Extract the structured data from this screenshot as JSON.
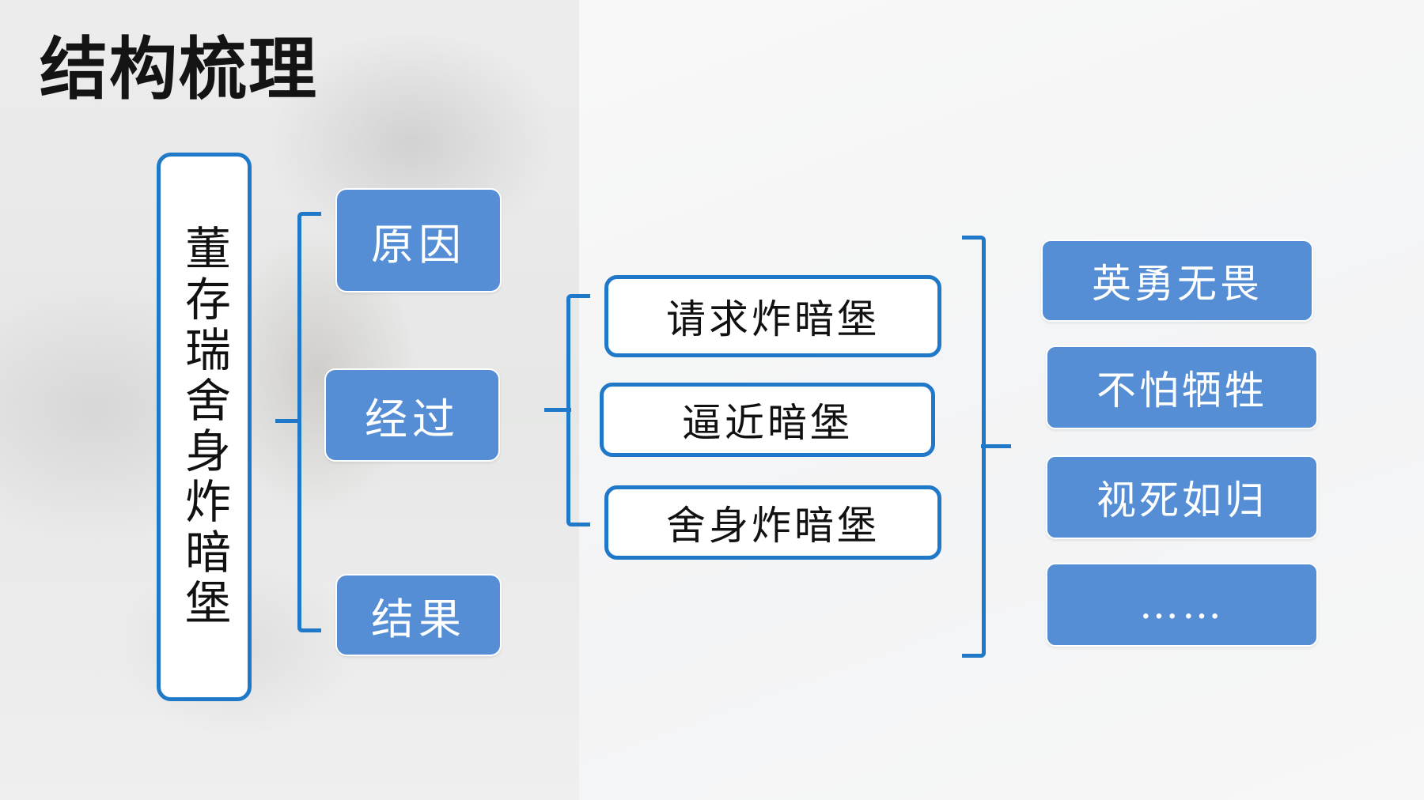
{
  "title": "结构梳理",
  "main_topic": "董存瑞舍身炸暗堡",
  "sections": [
    {
      "label": "原因"
    },
    {
      "label": "经过"
    },
    {
      "label": "结果"
    }
  ],
  "process_steps": [
    {
      "label": "请求炸暗堡"
    },
    {
      "label": "逼近暗堡"
    },
    {
      "label": "舍身炸暗堡"
    }
  ],
  "traits": [
    {
      "label": "英勇无畏"
    },
    {
      "label": "不怕牺牲"
    },
    {
      "label": "视死如归"
    },
    {
      "label": "……"
    }
  ],
  "colors": {
    "accent_blue": "#1f78c8",
    "box_blue": "#558ed5",
    "text_dark": "#111111"
  }
}
